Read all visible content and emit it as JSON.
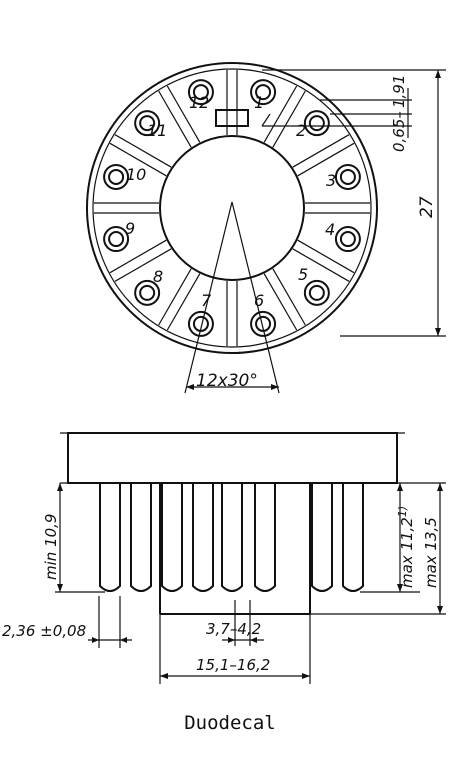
{
  "top_view": {
    "pin_numbers": [
      "1",
      "2",
      "3",
      "4",
      "5",
      "6",
      "7",
      "8",
      "9",
      "10",
      "11",
      "12"
    ],
    "spacing_label": "12x30°",
    "dim_27": "27",
    "dim_191": "1,91",
    "dim_065": "0,65",
    "dim_065_connector": "–"
  },
  "side_view": {
    "dim_min_109": "min 10,9",
    "dim_max_112": "max 11,2",
    "dim_max_112_note": "1)",
    "dim_max_135": "max 13,5",
    "dim_236": "2,36 ±0,08",
    "dim_37_42": "3,7–4,2",
    "dim_151_162": "15,1–16,2"
  },
  "caption": "Duodecal"
}
